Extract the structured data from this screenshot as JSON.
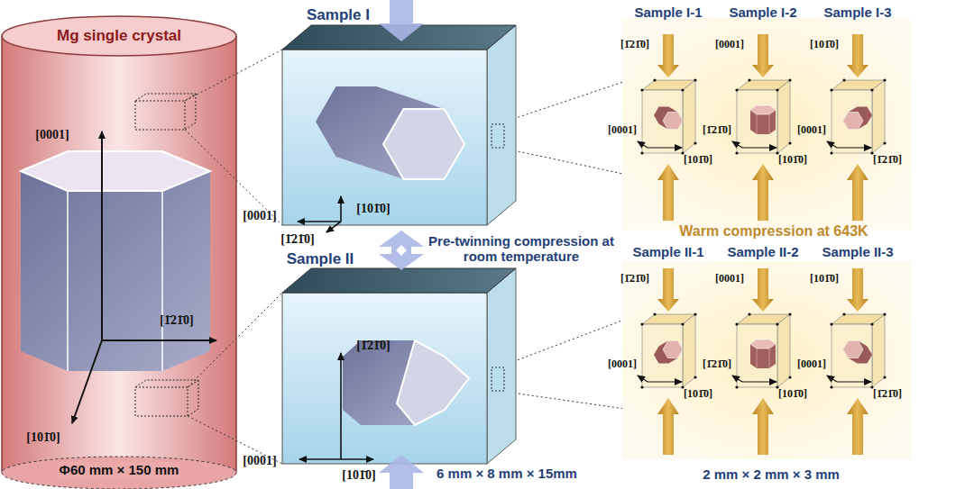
{
  "diagram": {
    "nodes": [
      {
        "text": [
          "Mg single crystal",
          "Φ60 mm × 150 mm"
        ]
      },
      {
        "text": [
          "Sample I"
        ]
      },
      {
        "text": [
          "Sample II"
        ]
      },
      {
        "text": [
          "Sample I-1"
        ]
      },
      {
        "text": [
          "Sample I-2"
        ]
      },
      {
        "text": [
          "Sample I-3"
        ]
      },
      {
        "text": [
          "Sample II-1"
        ]
      },
      {
        "text": [
          "Sample II-2"
        ]
      },
      {
        "text": [
          "Sample II-3"
        ]
      }
    ],
    "labels": [
      "[0001]",
      "[1̄21̄0]",
      "[101̄0]",
      "[101̄0]",
      "[0001]",
      "[1̄21̄0]",
      "[1̄21̄0]",
      "[0001]",
      "[101̄0]",
      "Pre-twinning compression at room temperature",
      "6 mm × 8 mm × 15mm",
      "Warm compression at 643K",
      "[1̄21̄0]",
      "[0001]",
      "[101̄0]",
      "[0001]",
      "[1̄21̄0]",
      "[101̄0]",
      "[101̄0]",
      "[0001]",
      "[1̄21̄0]",
      "[1̄21̄0]",
      "[0001]",
      "[101̄0]",
      "[0001]",
      "[1̄21̄0]",
      "[101̄0]",
      "[101̄0]",
      "[0001]",
      "[1̄21̄0]",
      "2 mm × 2 mm × 3 mm"
    ]
  }
}
